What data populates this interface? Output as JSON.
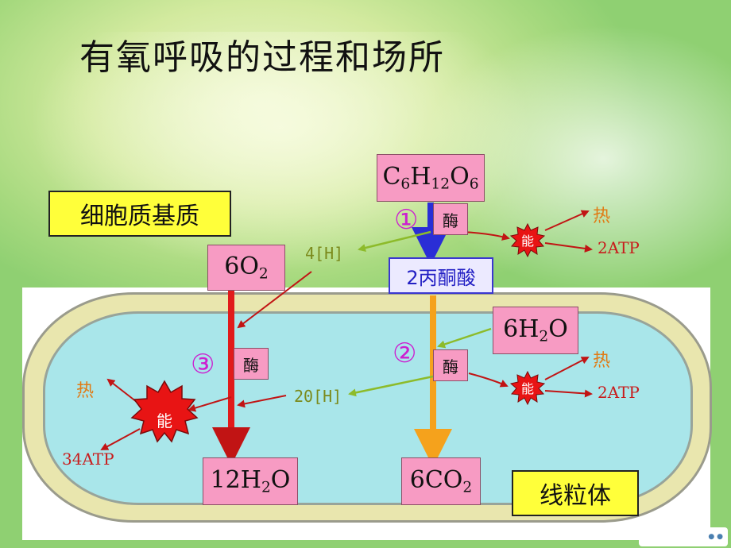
{
  "title": "有氧呼吸的过程和场所",
  "cytoplasm_label": "细胞质基质",
  "mitochondria_label": "线粒体",
  "glucose": {
    "base": "C",
    "s1": "6",
    "h": "H",
    "s2": "12",
    "o": "O",
    "s3": "6"
  },
  "pyruvate": "2丙酮酸",
  "oxygen": {
    "base": "6O",
    "sub": "2"
  },
  "water_in": {
    "pre": "6H",
    "sub": "2",
    "post": "O"
  },
  "water_out": {
    "pre": "12H",
    "sub": "2",
    "post": "O"
  },
  "co2": {
    "pre": "6CO",
    "sub": "2"
  },
  "enzyme": "酶",
  "stages": [
    "①",
    "②",
    "③"
  ],
  "hydrogen_1": "4[H]",
  "hydrogen_2": "20[H]",
  "heat": "热",
  "energy": "能",
  "atp_1": "2ATP",
  "atp_2": "2ATP",
  "atp_3": "34ATP",
  "colors": {
    "red_arrow": "#e11b1b",
    "orange_arrow": "#f5a21c",
    "blue_arrow": "#2a2ed6",
    "green_line": "#8dbb2a",
    "pink_box": "#f79bc3"
  }
}
